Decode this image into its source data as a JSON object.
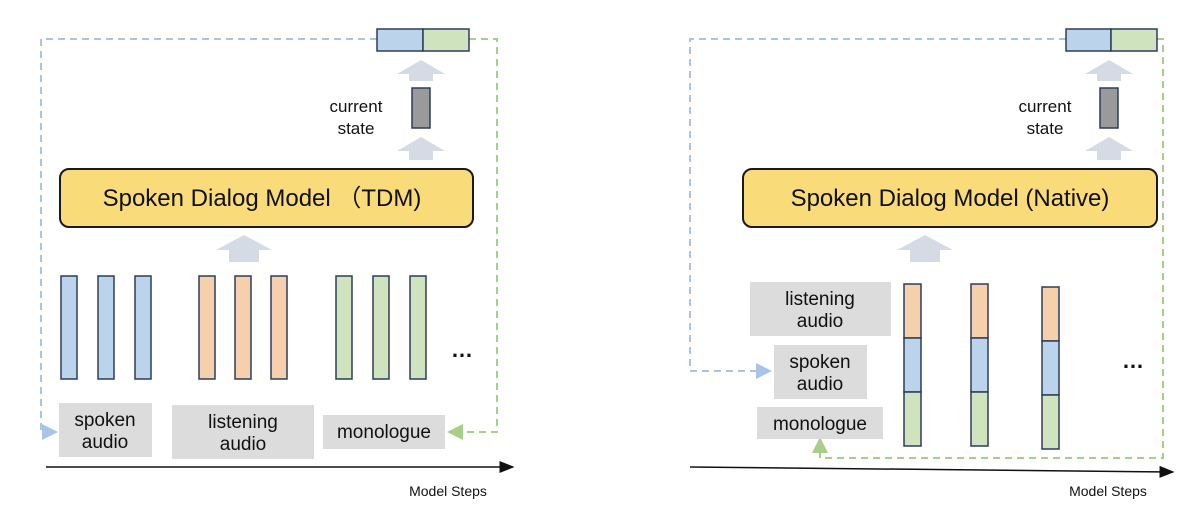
{
  "colors": {
    "model_box_fill": "#fadb7a",
    "model_box_stroke": "#1a1a1a",
    "blue": "#bcd3ec",
    "orange": "#f6cfac",
    "green": "#cfe3bf",
    "token_stroke": "#2b3d5a",
    "gray_label_fill": "#dcdcdc",
    "arrow_fill": "#d5dbe4",
    "state_fill": "#9a9a9a",
    "blue_dash": "#a9c4e6",
    "green_dash": "#a8cf8a"
  },
  "left_panel": {
    "model_label": "Spoken Dialog Model （TDM)",
    "current_state_line1": "current",
    "current_state_line2": "state",
    "labels": {
      "spoken_line1": "spoken",
      "spoken_line2": "audio",
      "listening_line1": "listening",
      "listening_line2": "audio",
      "monologue": "monologue"
    },
    "ellipsis": "…",
    "axis_label": "Model Steps"
  },
  "right_panel": {
    "model_label": "Spoken Dialog Model (Native)",
    "current_state_line1": "current",
    "current_state_line2": "state",
    "labels": {
      "listening_line1": "listening",
      "listening_line2": "audio",
      "spoken_line1": "spoken",
      "spoken_line2": "audio",
      "monologue": "monologue"
    },
    "ellipsis": "…",
    "axis_label": "Model Steps"
  }
}
